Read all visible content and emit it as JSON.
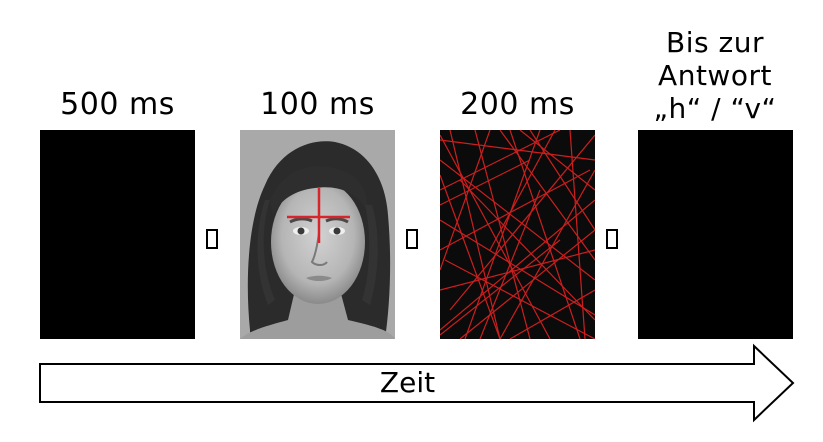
{
  "steps": [
    {
      "label": "500 ms"
    },
    {
      "label": "100 ms"
    },
    {
      "label": "200 ms"
    },
    {
      "label_lines": [
        "Bis zur",
        "Antwort",
        "„h“ / “v“"
      ]
    }
  ],
  "timeline": {
    "label": "Zeit"
  },
  "colors": {
    "frame": "#000000",
    "fixation_cross": "#d7262b",
    "mask_lines": "#cc1f1f"
  },
  "separator_icon": "square-glyph-icon"
}
